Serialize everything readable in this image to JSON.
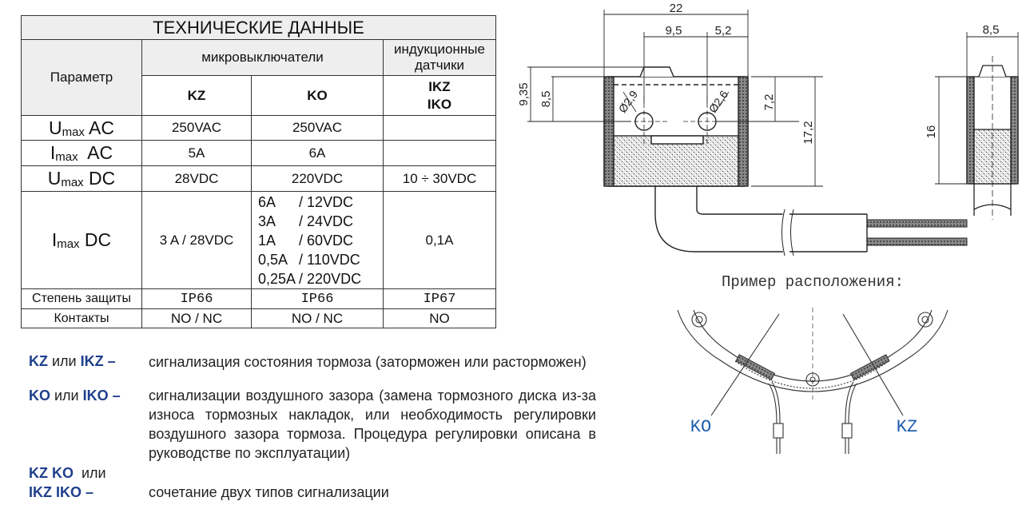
{
  "table": {
    "title": "ТЕХНИЧЕСКИЕ ДАННЫЕ",
    "param_header": "Параметр",
    "micro_header": "микровыключатели",
    "induct_header": "индукционные датчики",
    "col_kz": "KZ",
    "col_ko": "KO",
    "col_ikz": "IKZ",
    "col_iko": "IKO",
    "rows": {
      "umax_ac": {
        "label_main": "U",
        "label_sub": "max",
        "label_tail": " AC",
        "kz": "250VAC",
        "ko": "250VAC",
        "ind": ""
      },
      "imax_ac": {
        "label_main": "I",
        "label_sub": "max",
        "label_tail": "  AC",
        "kz": "5A",
        "ko": "6A",
        "ind": ""
      },
      "umax_dc": {
        "label_main": "U",
        "label_sub": "max",
        "label_tail": " DC",
        "kz": "28VDC",
        "ko": "220VDC",
        "ind": "10 ÷ 30VDC"
      },
      "imax_dc": {
        "label_main": "I",
        "label_sub": "max",
        "label_tail": " DC",
        "kz": "3 A / 28VDC",
        "ko_lines": [
          "6A      / 12VDC",
          "3A      / 24VDC",
          "1A      / 60VDC",
          "0,5A   / 110VDC",
          "0,25A / 220VDC"
        ],
        "ind": "0,1A"
      },
      "protection": {
        "label": "Степень защиты",
        "kz": "IP66",
        "ko": "IP66",
        "ind": "IP67"
      },
      "contacts": {
        "label": "Контакты",
        "kz": "NO / NC",
        "ko": "NO / NC",
        "ind": "NO"
      }
    }
  },
  "legend": [
    {
      "k1": "KZ",
      "sep": " или ",
      "k2": "IKZ",
      "dash": " –",
      "text": "сигнализация состояния тормоза (заторможен или расторможен)"
    },
    {
      "k1": "KO",
      "sep": " или ",
      "k2": "IKO",
      "dash": " –",
      "text": "сигнализации воздушного зазора (замена тормозного диска из-за износа тормозных накладок, или необходимость регулировки воздушного зазора тормоза. Процедура регулировки описана в руководстве по эксплуатации)"
    },
    {
      "k1": "KZ KO",
      "sep": "  или",
      "k2": "IKZ IKO",
      "dash": " –",
      "text": "сочетание двух типов сигнализации"
    }
  ],
  "diagram": {
    "dims": {
      "d22": "22",
      "d95": "9,5",
      "d52": "5,2",
      "d85_top": "8,5",
      "d935": "9,35",
      "d85_side": "8,5",
      "d29": "Ø2,9",
      "d26": "Ø2,6",
      "d72": "7,2",
      "d172": "17,2",
      "d16": "16"
    },
    "example_label": "Пример расположения:",
    "ko_label": "KO",
    "kz_label": "KZ"
  }
}
